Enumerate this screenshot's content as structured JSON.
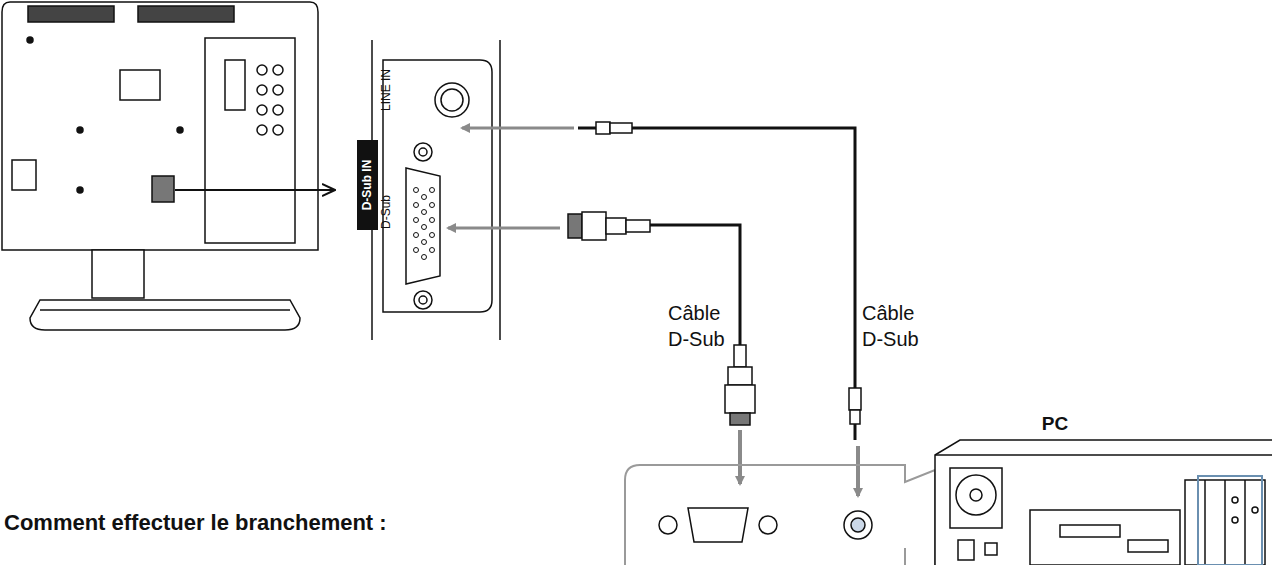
{
  "diagram": {
    "title": "Comment effectuer le branchement :",
    "nodes": [
      {
        "text": [
          "D-Sub IN"
        ]
      },
      {
        "text": [
          "PC"
        ]
      }
    ],
    "labels": [
      "LINE IN",
      "D-Sub",
      "Câble D-Sub",
      "Câble D-Sub"
    ]
  }
}
